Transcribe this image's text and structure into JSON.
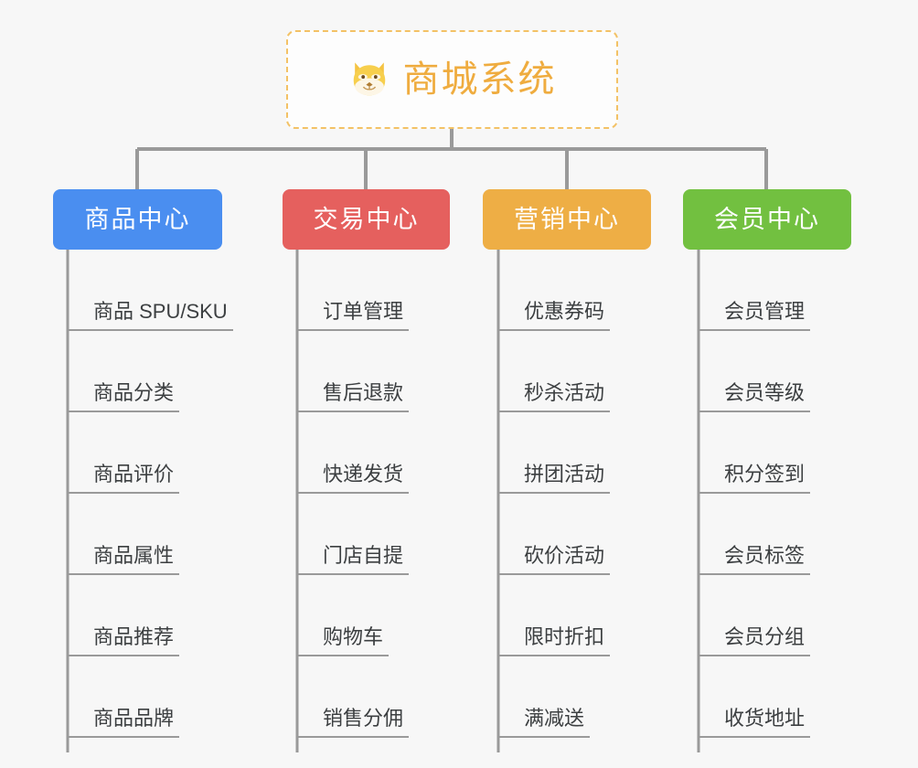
{
  "diagram": {
    "type": "org-tree",
    "background_color": "#f7f7f7",
    "root": {
      "title": "商城系统",
      "icon": "shiba-dog-icon",
      "border_color": "#f3c266",
      "text_color": "#efac3f"
    },
    "connector_color": "#9a9a9a",
    "columns": [
      {
        "id": "product-center",
        "label": "商品中心",
        "color": "#4a8ef0",
        "items": [
          "商品 SPU/SKU",
          "商品分类",
          "商品评价",
          "商品属性",
          "商品推荐",
          "商品品牌"
        ]
      },
      {
        "id": "trade-center",
        "label": "交易中心",
        "color": "#e5605e",
        "items": [
          "订单管理",
          "售后退款",
          "快递发货",
          "门店自提",
          "购物车",
          "销售分佣"
        ]
      },
      {
        "id": "marketing-center",
        "label": "营销中心",
        "color": "#eeae45",
        "items": [
          "优惠券码",
          "秒杀活动",
          "拼团活动",
          "砍价活动",
          "限时折扣",
          "满减送"
        ]
      },
      {
        "id": "member-center",
        "label": "会员中心",
        "color": "#72c040",
        "items": [
          "会员管理",
          "会员等级",
          "积分签到",
          "会员标签",
          "会员分组",
          "收货地址"
        ]
      }
    ]
  }
}
